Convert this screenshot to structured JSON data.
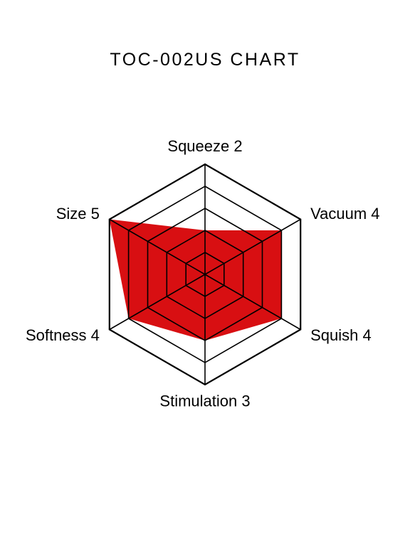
{
  "chart_data": {
    "type": "radar",
    "title": "TOC-002US CHART",
    "max": 5,
    "levels": 5,
    "axes": [
      {
        "name": "Squeeze",
        "value": 2,
        "label": "Squeeze 2"
      },
      {
        "name": "Vacuum",
        "value": 4,
        "label": "Vacuum 4"
      },
      {
        "name": "Squish",
        "value": 4,
        "label": "Squish 4"
      },
      {
        "name": "Stimulation",
        "value": 3,
        "label": "Stimulation 3"
      },
      {
        "name": "Softness",
        "value": 4,
        "label": "Softness 4"
      },
      {
        "name": "Size",
        "value": 5,
        "label": "Size 5"
      }
    ],
    "fill_color": "#d80f12",
    "grid_color": "#000000"
  }
}
